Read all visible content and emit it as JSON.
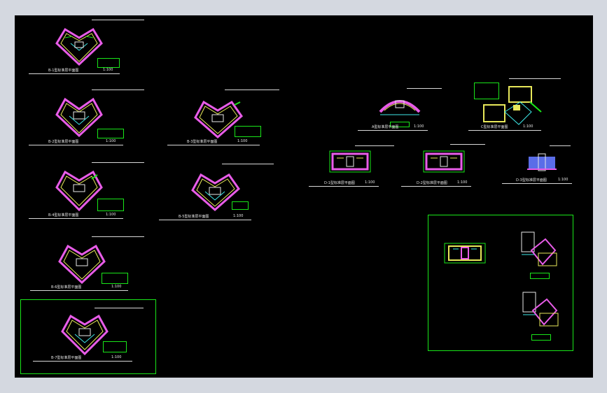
{
  "window": {
    "background": "#d4d8e0",
    "viewport_background": "#000000"
  },
  "colors": {
    "green": "#19e619",
    "magenta": "#e85ce8",
    "yellow": "#e8e85a",
    "cyan": "#3ee8e8",
    "white": "#e8e8e8",
    "blue": "#5a6de8"
  },
  "sheets": [
    {
      "name": "heart-plan-1",
      "caption": "B-1型标准层平面图",
      "scale": "1:100"
    },
    {
      "name": "heart-plan-2",
      "caption": "B-2型标准层平面图",
      "scale": "1:100"
    },
    {
      "name": "heart-plan-3",
      "caption": "B-3型标准层平面图",
      "scale": "1:100"
    },
    {
      "name": "heart-plan-4",
      "caption": "B-4型标准层平面图",
      "scale": "1:100"
    },
    {
      "name": "heart-plan-5",
      "caption": "B-5型标准层平面图",
      "scale": "1:100"
    },
    {
      "name": "heart-plan-6",
      "caption": "B-6型标准层平面图",
      "scale": "1:100"
    },
    {
      "name": "heart-plan-7",
      "caption": "B-7型标准层平面图",
      "scale": "1:100"
    },
    {
      "name": "arc-plan",
      "caption": "A型标准层平面图",
      "scale": "1:100"
    },
    {
      "name": "fan-plan",
      "caption": "C型标准层平面图",
      "scale": "1:100"
    },
    {
      "name": "rect-plan-1",
      "caption": "D-1型标准层平面图",
      "scale": "1:100"
    },
    {
      "name": "rect-plan-2",
      "caption": "D-2型标准层平面图",
      "scale": "1:100"
    },
    {
      "name": "rect-plan-3",
      "caption": "D-3型标准层平面图",
      "scale": "1:100"
    }
  ]
}
